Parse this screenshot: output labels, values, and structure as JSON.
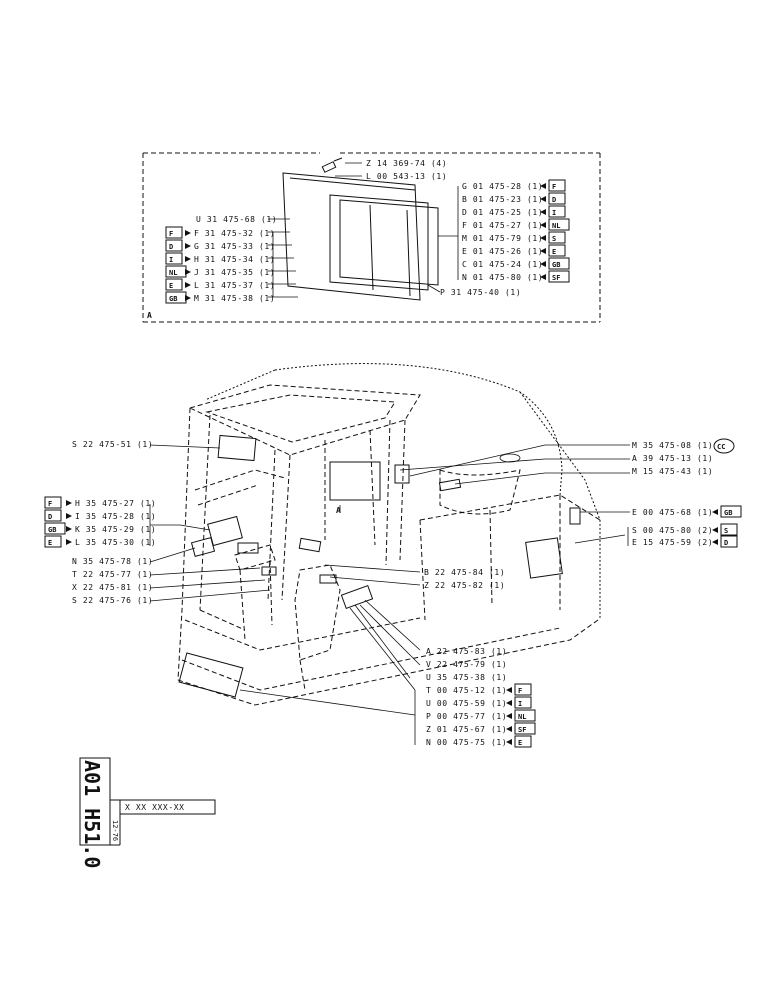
{
  "detail_a": {
    "letter": "A",
    "top_labels": [
      "Z 14 369-74 (4)",
      "L 00 543-13 (1)"
    ],
    "left_main": "U 31 475-68 (1)",
    "left_list": [
      {
        "tag": "F",
        "code": "F 31 475-32 (1)"
      },
      {
        "tag": "D",
        "code": "G 31 475-33 (1)"
      },
      {
        "tag": "I",
        "code": "H 31 475-34 (1)"
      },
      {
        "tag": "NL",
        "code": "J 31 475-35 (1)"
      },
      {
        "tag": "E",
        "code": "L 31 475-37 (1)"
      },
      {
        "tag": "GB",
        "code": "M 31 475-38 (1)"
      }
    ],
    "right_list": [
      {
        "code": "G 01 475-28 (1)",
        "tag": "F"
      },
      {
        "code": "B 01 475-23 (1)",
        "tag": "D"
      },
      {
        "code": "D 01 475-25 (1)",
        "tag": "I"
      },
      {
        "code": "F 01 475-27 (1)",
        "tag": "NL"
      },
      {
        "code": "M 01 475-79 (1)",
        "tag": "S"
      },
      {
        "code": "E 01 475-26 (1)",
        "tag": "E"
      },
      {
        "code": "C 01 475-24 (1)",
        "tag": "GB"
      },
      {
        "code": "N 01 475-80 (1)",
        "tag": "SF"
      }
    ],
    "bottom_label": "P 31 475-40 (1)"
  },
  "main": {
    "left_top": "S 22 475-51 (1)",
    "left_list": [
      {
        "tag": "F",
        "code": "H 35 475-27 (1)"
      },
      {
        "tag": "D",
        "code": "I 35 475-28 (1)"
      },
      {
        "tag": "GB",
        "code": "K 35 475-29 (1)"
      },
      {
        "tag": "E",
        "code": "L 35 475-30 (1)"
      }
    ],
    "left_lower": [
      "N 35 475-78 (1)",
      "T 22 475-77 (1)",
      "X 22 475-81 (1)",
      "S 22 475-76 (1)"
    ],
    "detail_ref": "A",
    "right_top": [
      {
        "code": "M 35 475-08 (1)",
        "tag": "CC"
      },
      {
        "code": "A 39 475-13 (1)",
        "tag": ""
      },
      {
        "code": "M 15 475-43 (1)",
        "tag": ""
      }
    ],
    "right_e": {
      "code": "E 00 475-68 (1)",
      "tag": "GB"
    },
    "right_pair": [
      {
        "code": "S 00 475-80 (2)",
        "tag": "S"
      },
      {
        "code": "E 15 475-59 (2)",
        "tag": "D"
      }
    ],
    "center": [
      "B 22 475-84 (1)",
      "Z 22 475-82 (1)"
    ],
    "bottom_right": [
      {
        "code": "A 22 475-83 (1)",
        "tag": ""
      },
      {
        "code": "V 22 475-79 (1)",
        "tag": ""
      },
      {
        "code": "U 35 475-38 (1)",
        "tag": ""
      },
      {
        "code": "T 00 475-12 (1)",
        "tag": "F"
      },
      {
        "code": "U 00 475-59 (1)",
        "tag": "I"
      },
      {
        "code": "P 00 475-77 (1)",
        "tag": "NL"
      },
      {
        "code": "Z 01 475-67 (1)",
        "tag": "SF"
      },
      {
        "code": "N 00 475-75 (1)",
        "tag": "E"
      }
    ]
  },
  "title_block": {
    "code": "A01 H51.0",
    "date": "12-76",
    "ref": "X XX XXX-XX"
  }
}
